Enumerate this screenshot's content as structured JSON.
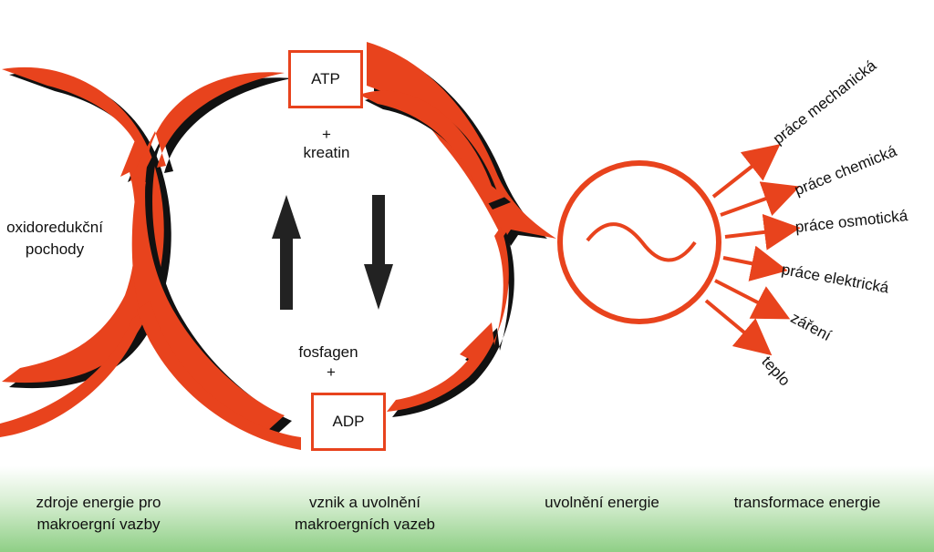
{
  "diagram": {
    "center": {
      "atp": "ATP",
      "plus_top": "+",
      "kreatin": "kreatin",
      "fosfagen": "fosfagen",
      "plus_bottom": "+",
      "adp": "ADP"
    },
    "left_label_line1": "oxidoredukční",
    "left_label_line2": "pochody",
    "outputs": [
      "práce mechanická",
      "práce chemická",
      "práce osmotická",
      "práce elektrická",
      "záření",
      "teplo"
    ],
    "footer": {
      "col1_line1": "zdroje energie pro",
      "col1_line2": "makroergní vazby",
      "col2_line1": "vznik a uvolnění",
      "col2_line2": "makroergních vazeb",
      "col3": "uvolnění energie",
      "col4": "transformace energie"
    },
    "colors": {
      "accent": "#e8431d",
      "shadow": "#111111",
      "footer_green": "#8fcf86"
    }
  }
}
